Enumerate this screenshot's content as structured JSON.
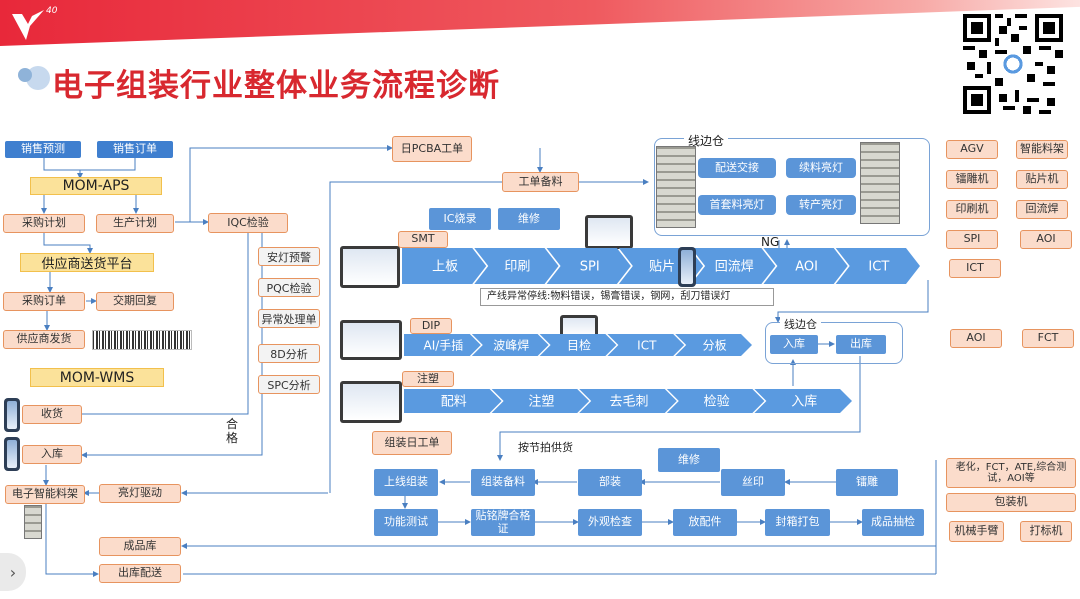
{
  "slide": {
    "brand_number": "40",
    "title": "电子组装行业整体业务流程诊断"
  },
  "left": {
    "sales_forecast": "销售预测",
    "sales_order": "销售订单",
    "mom_aps": "MOM-APS",
    "purchase_plan": "采购计划",
    "production_plan": "生产计划",
    "supplier_platform": "供应商送货平台",
    "purchase_order": "采购订单",
    "delivery_reply": "交期回复",
    "supplier_ship": "供应商发货",
    "mom_wms": "MOM-WMS",
    "receiving": "收货",
    "warehousing": "入库",
    "smart_shelf": "电子智能料架",
    "light_drive": "亮灯驱动",
    "finished_store": "成品库",
    "outbound": "出库配送"
  },
  "middle": {
    "iqc": "IQC检验",
    "pass_label": "合格",
    "quality_tools": [
      "安灯预警",
      "PQC检验",
      "异常处理单",
      "8D分析",
      "SPC分析"
    ],
    "daily_pcba": "日PCBA工单",
    "work_order_prep": "工单备料",
    "ic_burn": "IC烧录",
    "repair": "维修",
    "smt": "SMT",
    "smt_steps": [
      "上板",
      "印刷",
      "SPI",
      "贴片",
      "回流焊",
      "AOI",
      "ICT"
    ],
    "ng": "NG",
    "stop_note": "产线异常停线:物料错误，锡膏错误，钢网，刮刀错误灯",
    "dip": "DIP",
    "dip_steps": [
      "AI/手插",
      "波峰焊",
      "目检",
      "ICT",
      "分板"
    ],
    "injection": "注塑",
    "injection_steps": [
      "配料",
      "注塑",
      "去毛刺",
      "检验",
      "入库"
    ],
    "assembly_daily": "组装日工单",
    "line_store_top": "线边仓",
    "line_store_top_items": [
      "配送交接",
      "续料亮灯",
      "首套料亮灯",
      "转产亮灯"
    ],
    "line_store_mid": "线边仓",
    "line_store_mid_items": [
      "入库",
      "出库"
    ],
    "beat_supply": "按节拍供货",
    "assembly_row1": [
      "上线组装",
      "组装备料",
      "部装",
      "丝印",
      "镭雕"
    ],
    "repair2": "维修",
    "assembly_row2": [
      "功能测试",
      "贴铭牌合格证",
      "外观检查",
      "放配件",
      "封箱打包",
      "成品抽检"
    ]
  },
  "right": {
    "equipment": [
      "AGV",
      "智能料架",
      "镭雕机",
      "贴片机",
      "印刷机",
      "回流焊",
      "SPI",
      "AOI",
      "ICT"
    ],
    "test_equipment": [
      "AOI",
      "FCT"
    ],
    "aging": "老化，FCT，ATE,综合测试，AOI等",
    "packing": "包装机",
    "robot_arm": "机械手臂",
    "labeler": "打标机"
  },
  "colors": {
    "accent_red": "#d8282f",
    "flow_blue": "#3f7fcf",
    "chevron_blue": "#5a9ae0",
    "orange_fill": "#fbdccb"
  }
}
